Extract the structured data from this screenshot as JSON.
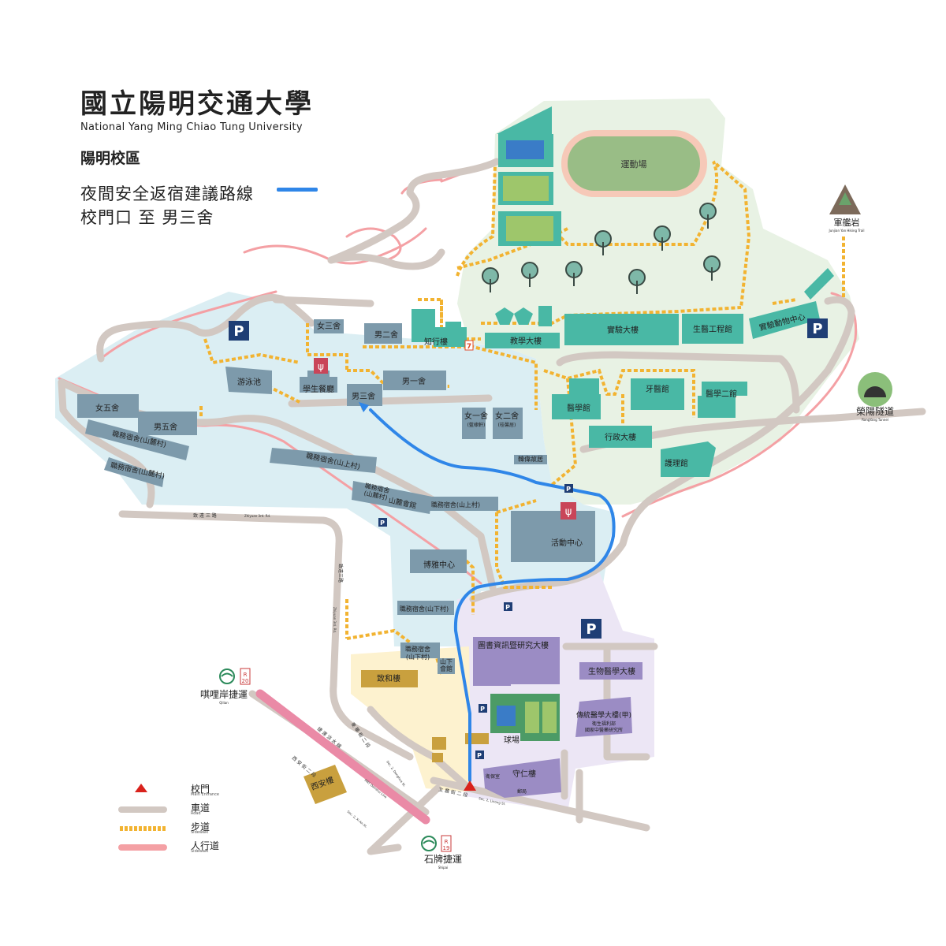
{
  "header": {
    "title_zh": "國立陽明交通大學",
    "title_en": "National Yang Ming Chiao Tung University",
    "campus": "陽明校區",
    "route_line1": "夜間安全返宿建議路線",
    "route_line2": "校門口 至 男三舍"
  },
  "colors": {
    "route": "#2f86e8",
    "road": "#d2c8c2",
    "sidewalk": "#f2b331",
    "pedestrian": "#f4a0a4",
    "zone_dorm": "#dbeef3",
    "zone_academic": "#e8f2e4",
    "zone_library": "#ece6f5",
    "zone_entrance": "#fdf2cf",
    "bldg_dorm": "#7d9aab",
    "bldg_academic": "#49b8a5",
    "bldg_library": "#9b8cc4",
    "bldg_entrance": "#c9a03e",
    "entrance_marker": "#d9221c",
    "parking": "#1f3e75"
  },
  "buildings": {
    "b_nv3": "女三舍",
    "b_nan2": "男二舍",
    "b_zhixing": "知行樓",
    "b_jiaoxue": "教學大樓",
    "b_shiyan": "實驗大樓",
    "b_shengyi": "生醫工程館",
    "b_dongwu": "實驗動物中心",
    "b_nan1": "男一舍",
    "b_youyong": "游泳池",
    "b_canting": "學生餐廳",
    "b_nan3": "男三舍",
    "b_yixue": "醫學館",
    "b_yayi": "牙醫館",
    "b_yixue2": "醫學二館",
    "b_nv1": "女一舍",
    "b_nv1_sub": "(藍棣軒)",
    "b_nv2": "女二舍",
    "b_nv2_sub": "(桂馨居)",
    "b_xingzheng": "行政大樓",
    "b_huli": "護理館",
    "b_hanwei": "韓偉故居",
    "b_nv5": "女五舍",
    "b_nan5": "男五舍",
    "b_zhiwu1": "職務宿舍(山麓村)",
    "b_zhiwu2": "職務宿舍(山麓村)",
    "b_zhiwu3": "職務宿舍(山上村)",
    "b_zhiwu4": "職務宿舍",
    "b_zhiwu4_sub": "(山麓村)",
    "b_shanlu_hall": "山麓會館",
    "b_zhiwu5": "職務宿舍(山上村)",
    "b_huodong": "活動中心",
    "b_boya": "博雅中心",
    "b_zhiwu6": "職務宿舍(山下村)",
    "b_zhiwu7": "職務宿舍",
    "b_zhiwu7_sub": "(山下村)",
    "b_shanxia": "山下",
    "b_shanxia2": "會館",
    "b_library": "圖書資訊暨研究大樓",
    "b_shengwu": "生物醫學大樓",
    "b_chuantong": "傳統醫學大樓(甲)",
    "b_chuantong_sub1": "衛生福利部",
    "b_chuantong_sub2": "國家中醫藥研究所",
    "b_qiuchang": "球場",
    "b_shouren": "守仁樓",
    "b_weisheng": "衛保室",
    "b_youju": "郵局",
    "b_zhihe": "致和樓",
    "b_stadium": "運動場"
  },
  "places": {
    "junjian": "軍艦岩",
    "junjian_en": "Junjian Yan Hiking Trail",
    "rongyang": "榮陽隧道",
    "rongyang_en": "RongYang Tunnel",
    "qilian": "唭哩岸捷運",
    "qilian_en": "Qilian",
    "qilian_code": "R",
    "qilian_num": "20",
    "shipai": "石牌捷運",
    "shipai_en": "Shipai",
    "shipai_code": "R",
    "shipai_num": "19",
    "xian": "西安樓"
  },
  "roads": {
    "zhiyuan_zh": "致 遠 三 路",
    "zhiyuan_en": "Zhiyuan 3rd. Rd.",
    "zhiyuan_v_zh": "致遠三路",
    "zhiyuan_v_en": "Zhiyuan 3rd. Rd.",
    "linong_zh": "立 農 街 二 段",
    "linong_en": "Sec. 2, Linong St.",
    "dongxing_zh": "東 華 街 二 段",
    "dongxing_en": "Sec. 2, Donghua St.",
    "mrt_zh": "捷 運 淡 水 線",
    "mrt_en": "MRT Danshui Line",
    "xian_zh": "西 安 街 二 段",
    "xian_en": "Sec. 2, Xi An St."
  },
  "parking_label": "P",
  "legend": [
    {
      "label": "校門",
      "sub": "Main Entrance"
    },
    {
      "label": "車道",
      "sub": "Road"
    },
    {
      "label": "步道",
      "sub": "Sidewalk"
    },
    {
      "label": "人行道",
      "sub": "Sidewalk"
    }
  ]
}
